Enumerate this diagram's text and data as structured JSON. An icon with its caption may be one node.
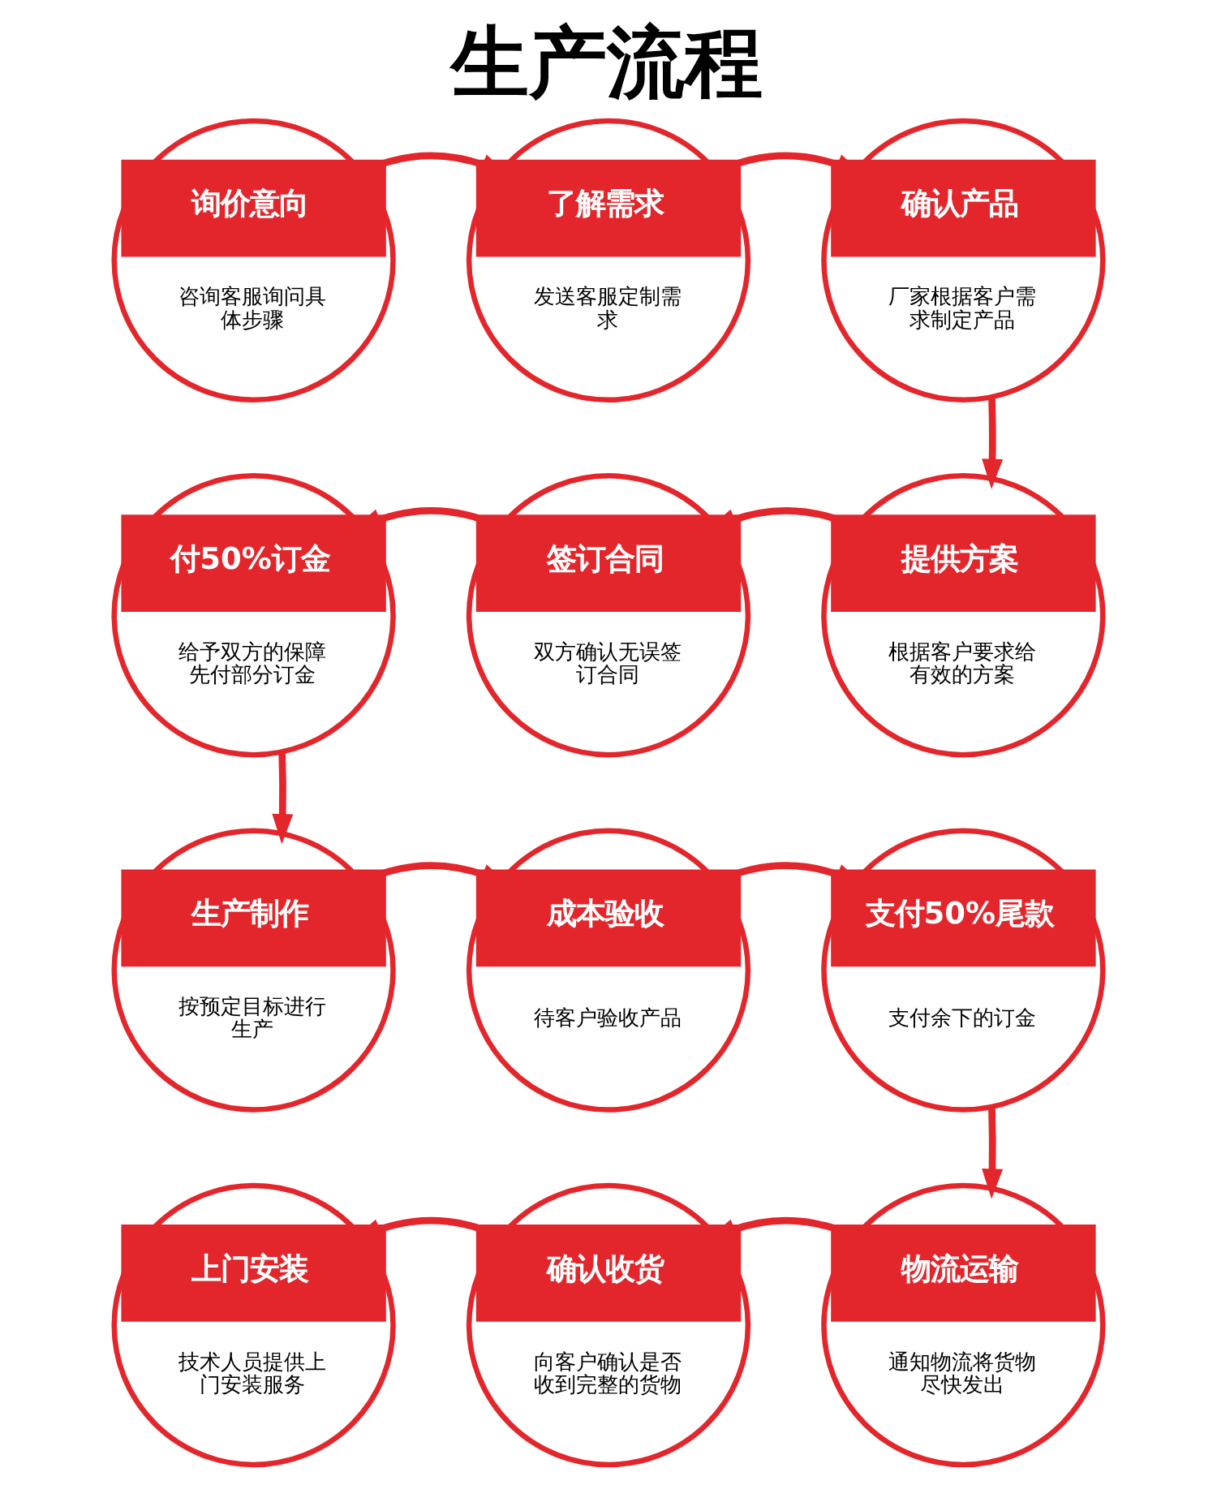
{
  "diagram": {
    "title": "生产流程",
    "nodes": [
      {
        "text": [
          "询价意向",
          "咨询客服询问具体步骤"
        ]
      },
      {
        "text": [
          "了解需求",
          "发送客服定制需求"
        ]
      },
      {
        "text": [
          "确认产品",
          "厂家根据客户需求制定产品"
        ]
      },
      {
        "text": [
          "付50%订金",
          "给予双方的保障先付部分订金"
        ]
      },
      {
        "text": [
          "签订合同",
          "双方确认无误签订合同"
        ]
      },
      {
        "text": [
          "提供方案",
          "根据客户要求给有效的方案"
        ]
      },
      {
        "text": [
          "生产制作",
          "按预定目标进行生产"
        ]
      },
      {
        "text": [
          "成本验收",
          "待客户验收产品"
        ]
      },
      {
        "text": [
          "支付50%尾款",
          "支付余下的订金"
        ]
      },
      {
        "text": [
          "上门安装",
          "技术人员提供上门安装服务"
        ]
      },
      {
        "text": [
          "确认收货",
          "向客户确认是否收到完整的货物"
        ]
      },
      {
        "text": [
          "物流运输",
          "通知物流将货物尽快发出"
        ]
      }
    ],
    "edges": [
      {
        "from": 0,
        "to": 1,
        "arrow": "to"
      },
      {
        "from": 1,
        "to": 2,
        "arrow": "to"
      },
      {
        "from": 2,
        "to": 5,
        "arrow": "to"
      },
      {
        "from": 5,
        "to": 4,
        "arrow": "to"
      },
      {
        "from": 4,
        "to": 3,
        "arrow": "to"
      },
      {
        "from": 3,
        "to": 6,
        "arrow": "to"
      },
      {
        "from": 6,
        "to": 7,
        "arrow": "to"
      },
      {
        "from": 7,
        "to": 8,
        "arrow": "to"
      },
      {
        "from": 8,
        "to": 11,
        "arrow": "to"
      },
      {
        "from": 11,
        "to": 10,
        "arrow": "to"
      },
      {
        "from": 10,
        "to": 9,
        "arrow": "to"
      }
    ]
  }
}
